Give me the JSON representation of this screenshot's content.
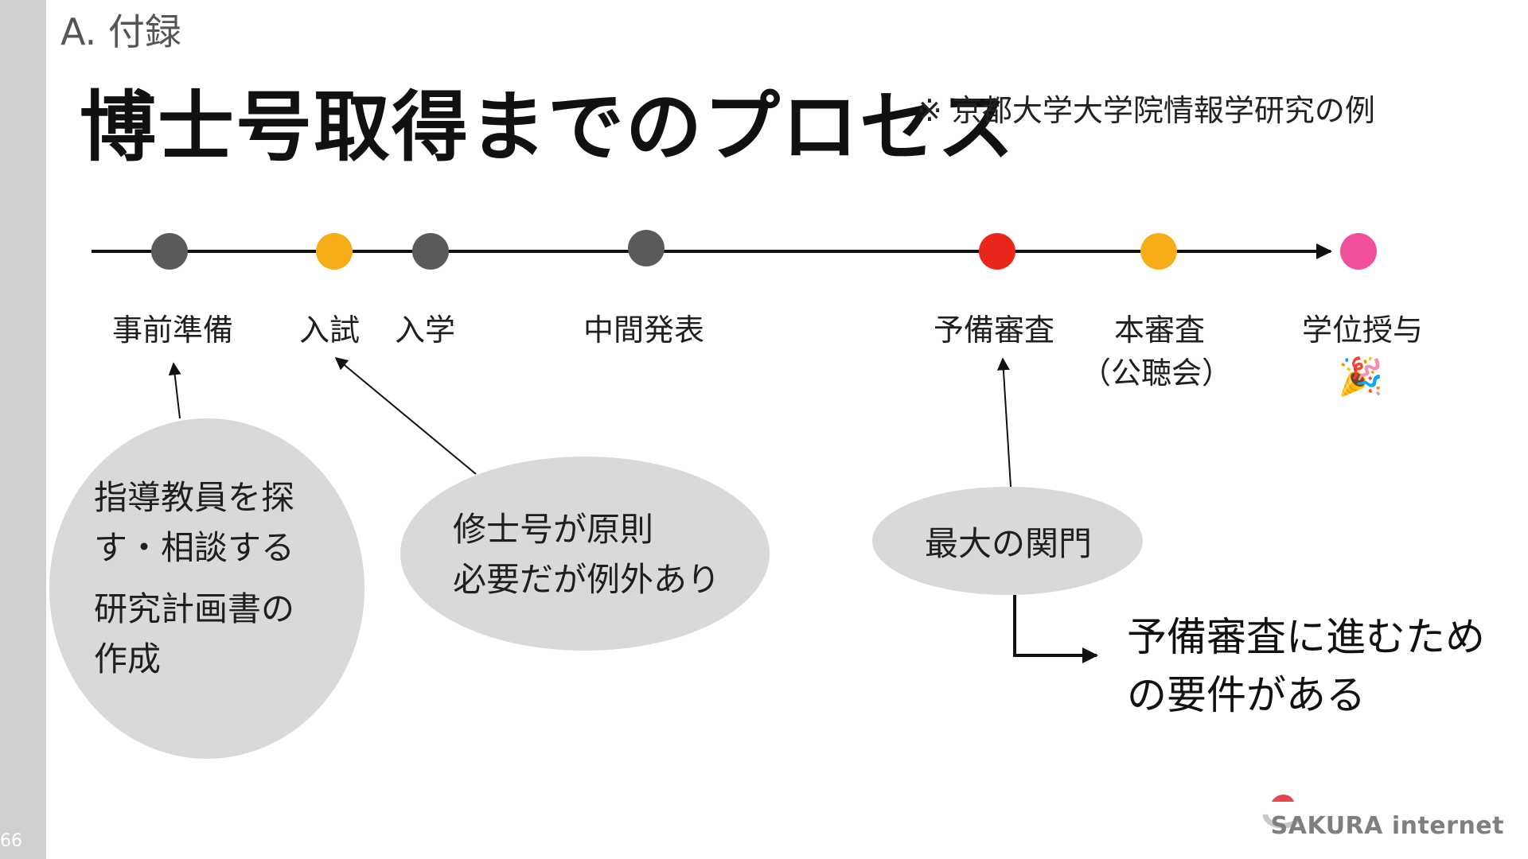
{
  "slide": {
    "page_number": "66",
    "section": "A. 付録",
    "title": "博士号取得までのプロセス",
    "note": "※ 京都大学大学院情報学研究の例"
  },
  "timeline": {
    "milestones": [
      {
        "id": "prep",
        "label": "事前準備",
        "color": "#5a5a5a"
      },
      {
        "id": "exam",
        "label": "入試",
        "color": "#f6ad17"
      },
      {
        "id": "admission",
        "label": "入学",
        "color": "#5a5a5a"
      },
      {
        "id": "midterm",
        "label": "中間発表",
        "color": "#5a5a5a"
      },
      {
        "id": "pre-review",
        "label": "予備審査",
        "color": "#e8261a"
      },
      {
        "id": "main-review",
        "label": "本審査",
        "sub_label": "（公聴会）",
        "color": "#f6ad17"
      },
      {
        "id": "degree",
        "label": "学位授与",
        "emoji": "🎉",
        "color": "#f0509a"
      }
    ]
  },
  "bubbles": {
    "prep": [
      "指導教員を探",
      "す・相談する",
      "研究計画書の",
      "作成"
    ],
    "exam": [
      "修士号が原則",
      "必要だが例外あり"
    ],
    "pre_review": [
      "最大の関門"
    ]
  },
  "requirement_note": [
    "予備審査に進むため",
    "の要件がある"
  ],
  "logo": {
    "text": "SAKURA internet",
    "accent_color": "#e8454f"
  }
}
